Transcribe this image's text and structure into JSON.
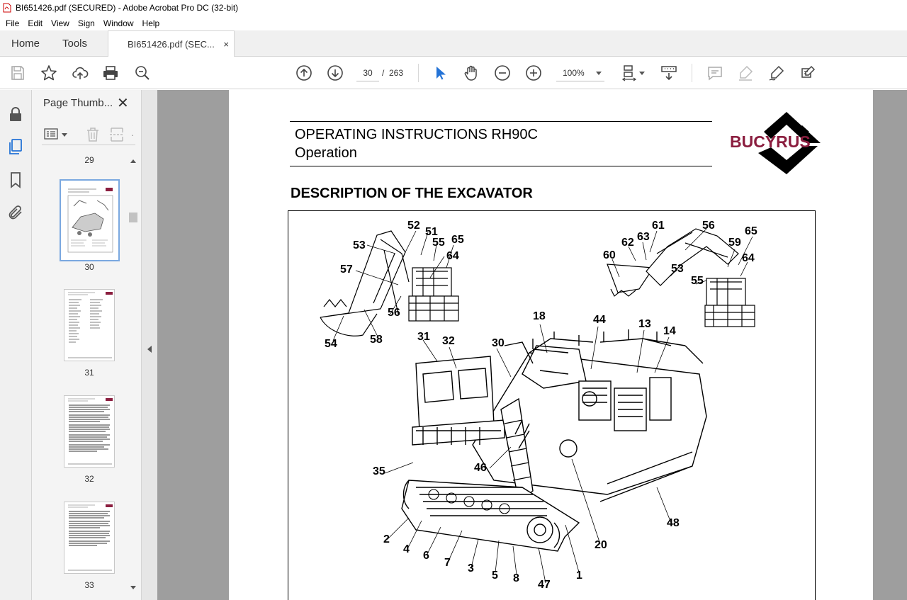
{
  "window": {
    "title": "BI651426.pdf (SECURED) - Adobe Acrobat Pro DC (32-bit)"
  },
  "menu": [
    "File",
    "Edit",
    "View",
    "Sign",
    "Window",
    "Help"
  ],
  "tabs": {
    "home": "Home",
    "tools": "Tools",
    "document": "BI651426.pdf (SEC...",
    "close": "×"
  },
  "toolbar": {
    "current_page": "30",
    "separator": "/",
    "total_pages": "263",
    "zoom": "100%"
  },
  "thumbnails_panel": {
    "title": "Page Thumb...",
    "close": "✕",
    "pages": [
      {
        "label": "29"
      },
      {
        "label": "30",
        "selected": true
      },
      {
        "label": "31"
      },
      {
        "label": "32"
      },
      {
        "label": "33"
      }
    ]
  },
  "document": {
    "header_line1": "OPERATING INSTRUCTIONS RH90C",
    "header_line2": "Operation",
    "logo_text": "BUCYRUS",
    "section_heading": "DESCRIPTION OF THE EXCAVATOR",
    "callouts": [
      {
        "id": "c52",
        "text": "52"
      },
      {
        "id": "c51",
        "text": "51"
      },
      {
        "id": "c53a",
        "text": "53"
      },
      {
        "id": "c55a",
        "text": "55"
      },
      {
        "id": "c65a",
        "text": "65"
      },
      {
        "id": "c64a",
        "text": "64"
      },
      {
        "id": "c57",
        "text": "57"
      },
      {
        "id": "c56a",
        "text": "56"
      },
      {
        "id": "c54",
        "text": "54"
      },
      {
        "id": "c58",
        "text": "58"
      },
      {
        "id": "c61",
        "text": "61"
      },
      {
        "id": "c56b",
        "text": "56"
      },
      {
        "id": "c65b",
        "text": "65"
      },
      {
        "id": "c62",
        "text": "62"
      },
      {
        "id": "c63",
        "text": "63"
      },
      {
        "id": "c59",
        "text": "59"
      },
      {
        "id": "c60",
        "text": "60"
      },
      {
        "id": "c64b",
        "text": "64"
      },
      {
        "id": "c53b",
        "text": "53"
      },
      {
        "id": "c55b",
        "text": "55"
      },
      {
        "id": "c18",
        "text": "18"
      },
      {
        "id": "c44",
        "text": "44"
      },
      {
        "id": "c13",
        "text": "13"
      },
      {
        "id": "c14",
        "text": "14"
      },
      {
        "id": "c31",
        "text": "31"
      },
      {
        "id": "c32",
        "text": "32"
      },
      {
        "id": "c30",
        "text": "30"
      },
      {
        "id": "c35",
        "text": "35"
      },
      {
        "id": "c46",
        "text": "46"
      },
      {
        "id": "c48",
        "text": "48"
      },
      {
        "id": "c2",
        "text": "2"
      },
      {
        "id": "c4",
        "text": "4"
      },
      {
        "id": "c6",
        "text": "6"
      },
      {
        "id": "c7",
        "text": "7"
      },
      {
        "id": "c3",
        "text": "3"
      },
      {
        "id": "c5",
        "text": "5"
      },
      {
        "id": "c8",
        "text": "8"
      },
      {
        "id": "c47",
        "text": "47"
      },
      {
        "id": "c1",
        "text": "1"
      },
      {
        "id": "c20",
        "text": "20"
      }
    ]
  },
  "colors": {
    "logo": "#8b1e3f",
    "select_arrow": "#2473d6",
    "doc_background": "#9e9e9e"
  }
}
